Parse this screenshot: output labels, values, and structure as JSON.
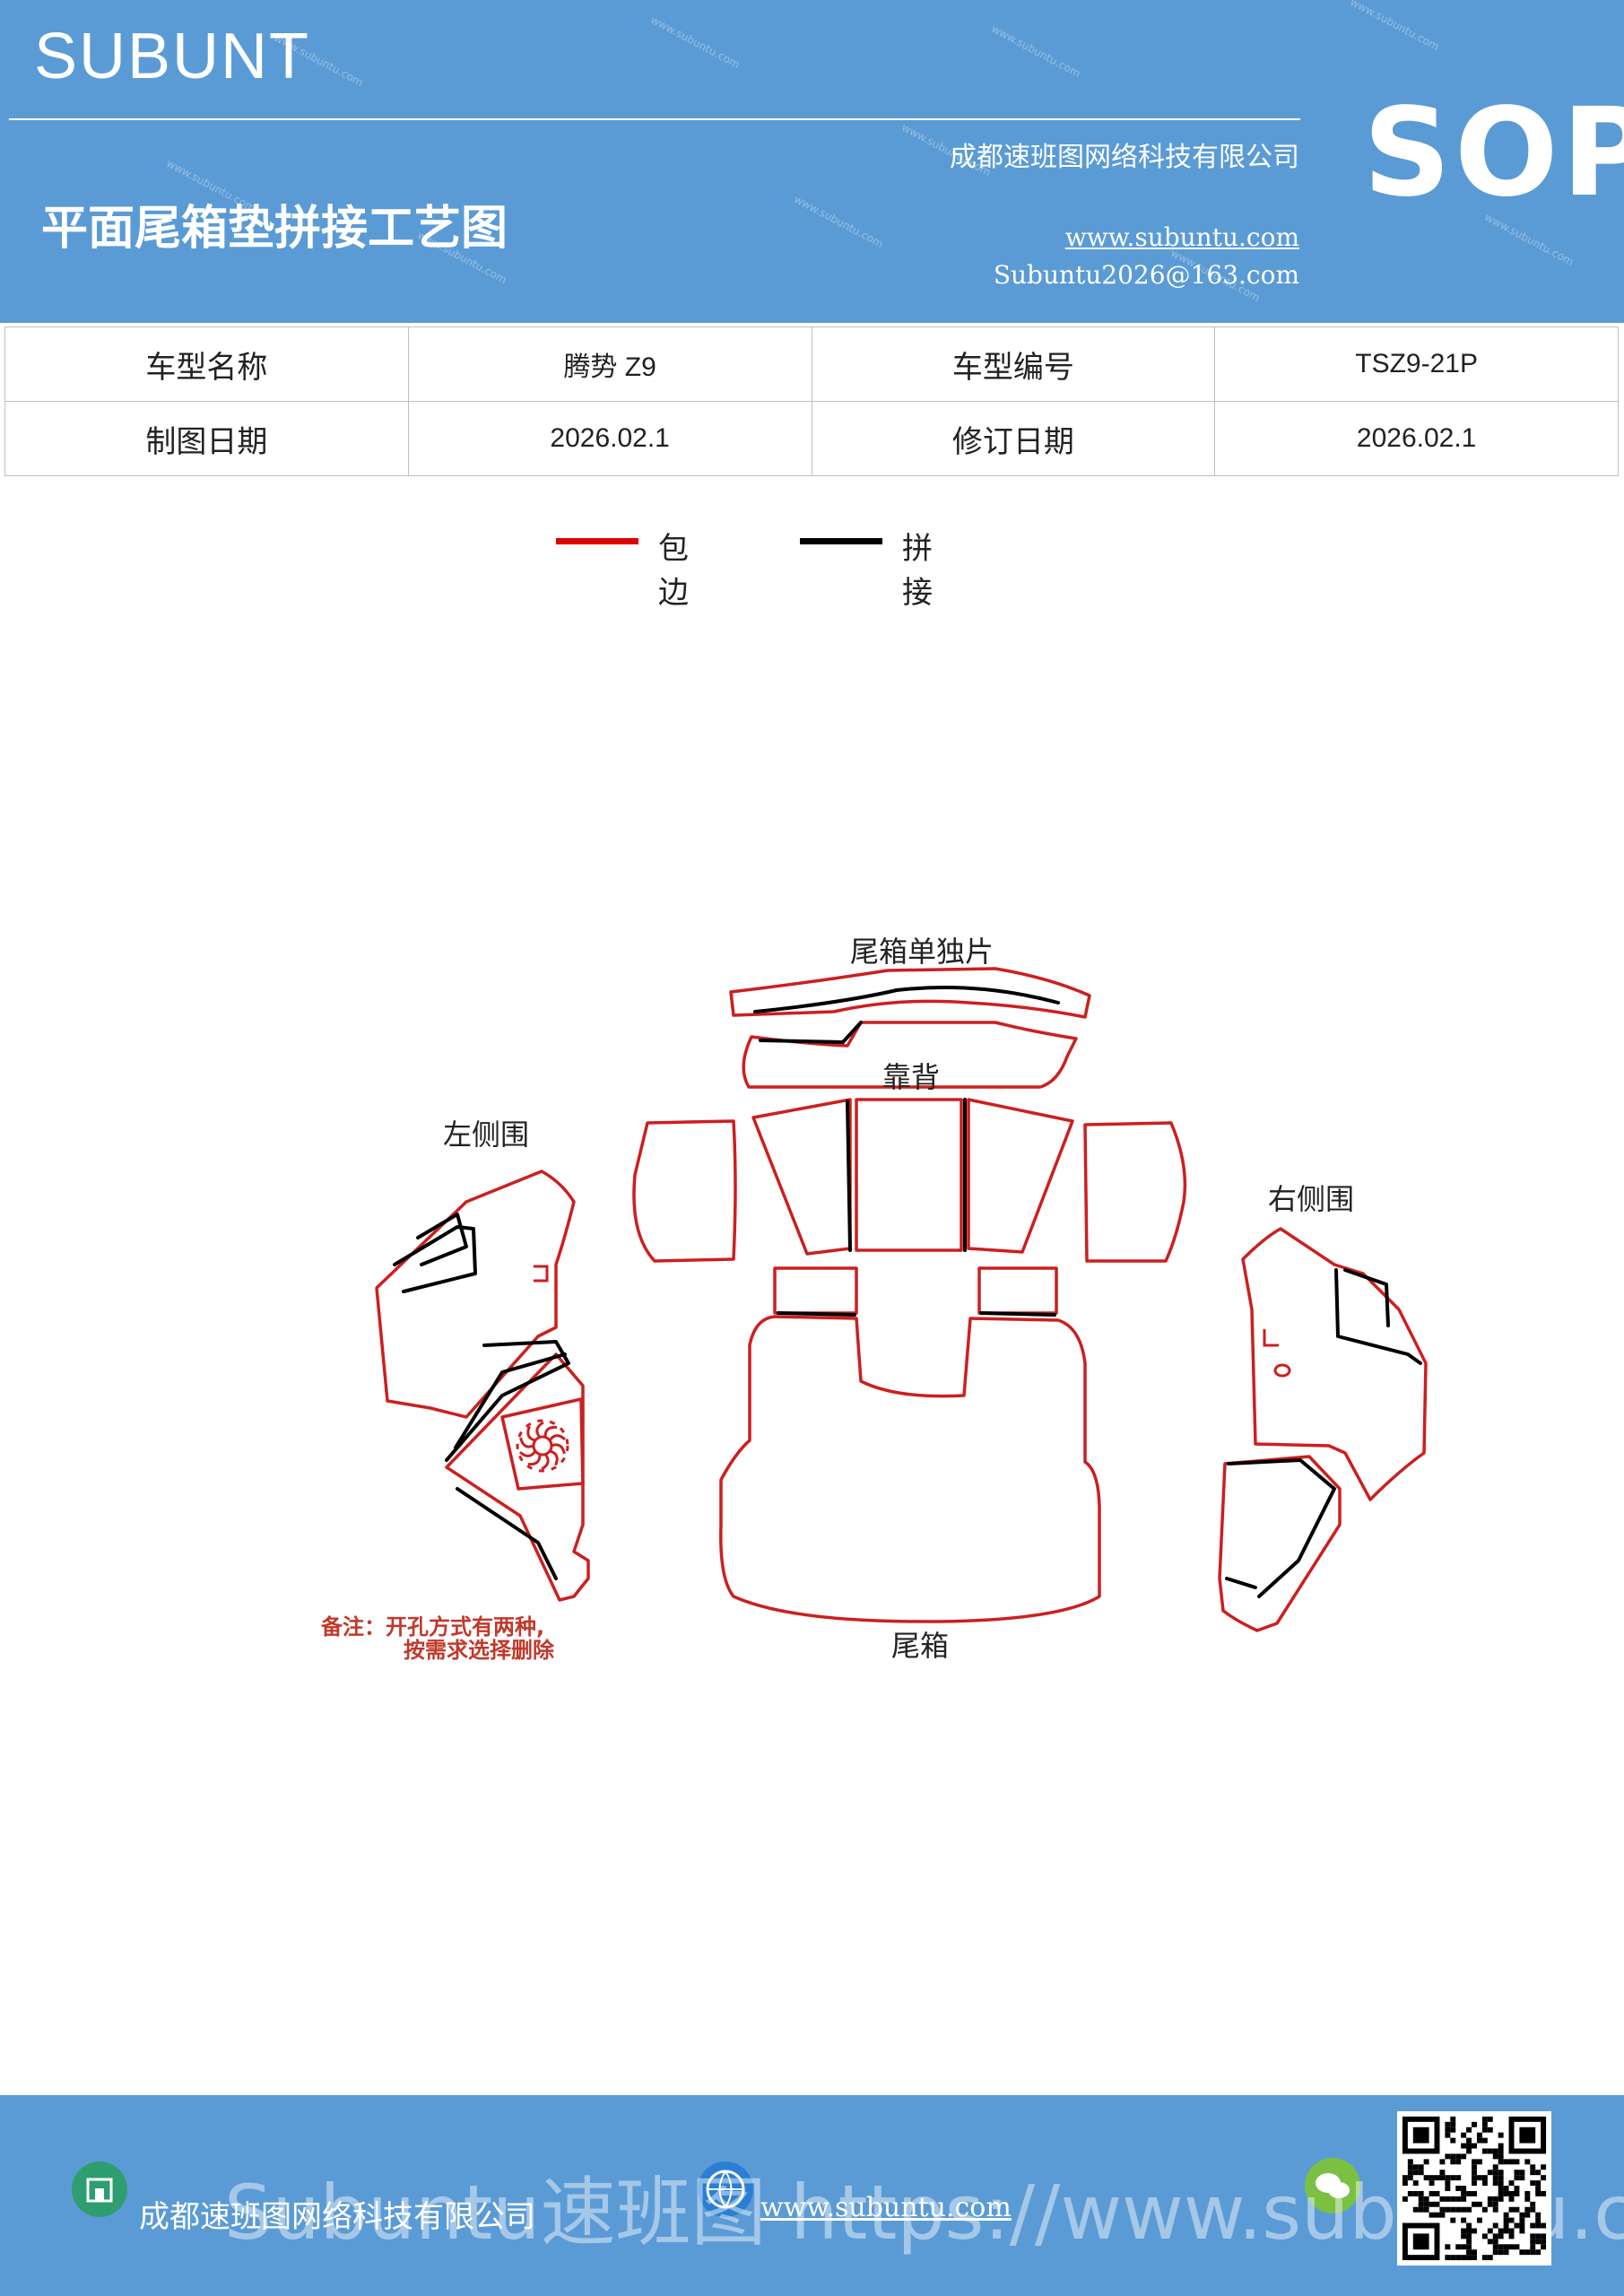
{
  "header": {
    "brand": "SUBUNT",
    "title": "平面尾箱垫拼接工艺图",
    "company": "成都速班图网络科技有限公司",
    "website": "www.subuntu.com",
    "email": "Subuntu2026@163.com",
    "badge": "SOP"
  },
  "info": {
    "model_name_label": "车型名称",
    "model_name": "腾势 Z9",
    "model_code_label": "车型编号",
    "model_code": "TSZ9-21P",
    "draw_date_label": "制图日期",
    "draw_date": "2026.02.1",
    "revise_date_label": "修订日期",
    "revise_date": "2026.02.1"
  },
  "legend": [
    {
      "label": "包边",
      "color": "#e00000"
    },
    {
      "label": "拼接",
      "color": "#000000"
    }
  ],
  "diagram": {
    "labels": {
      "single_piece": "尾箱单独片",
      "backrest": "靠背",
      "left_side": "左侧围",
      "right_side": "右侧围",
      "trunk": "尾箱"
    },
    "note_line1": "备注：开孔方式有两种,",
    "note_line2": "按需求选择删除",
    "edge_color": "#cc1f1f",
    "seam_color": "#000000"
  },
  "footer": {
    "company": "成都速班图网络科技有限公司",
    "website": "www.subuntu.com",
    "watermark": "Subuntu速班图 https://www.subuntu.com"
  }
}
